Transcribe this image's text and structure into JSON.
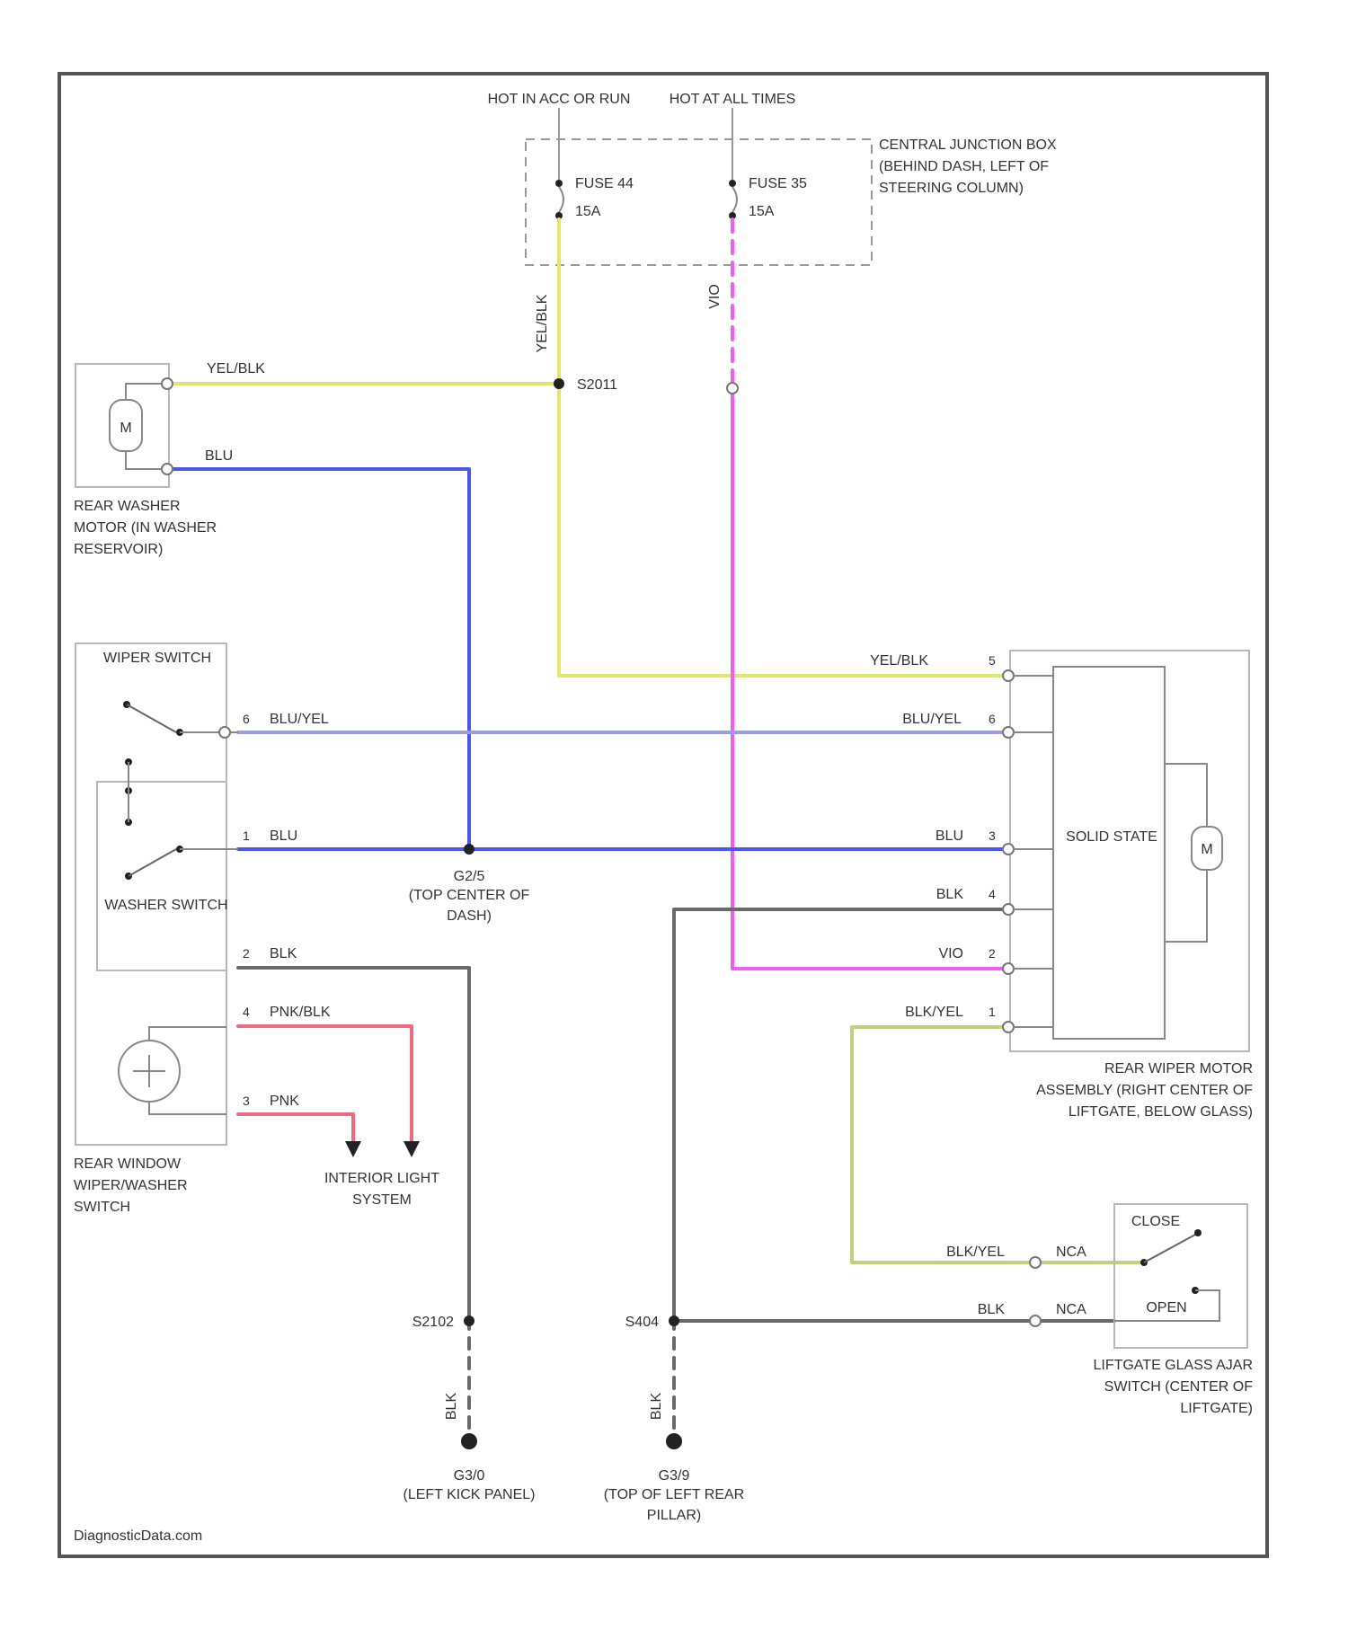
{
  "title": "",
  "colors": {
    "yel_blk": "#e3e66e",
    "blu": "#4a56ee",
    "blu_yel": "#9a9ee6",
    "vio": "#f25ef2",
    "blk": "#6a6a6a",
    "pnk": "#ee6a80",
    "blk_yel": "#c2d27c"
  },
  "power": {
    "hot_acc_run": "HOT IN ACC OR RUN",
    "hot_all_times": "HOT AT ALL TIMES",
    "fuse_left_name": "FUSE 44",
    "fuse_left_amp": "15A",
    "fuse_right_name": "FUSE 35",
    "fuse_right_amp": "15A",
    "cjb_label": "CENTRAL JUNCTION BOX (BEHIND DASH, LEFT OF STEERING COLUMN)"
  },
  "wires": {
    "yel_blk": "YEL/BLK",
    "blu": "BLU",
    "blu_yel": "BLU/YEL",
    "blk": "BLK",
    "vio": "VIO",
    "pnk_blk": "PNK/BLK",
    "pnk": "PNK",
    "blk_yel": "BLK/YEL"
  },
  "splices": {
    "s201": "S2011",
    "g2": "G2/5",
    "s2102": "S2102",
    "s404": "S404",
    "g1": "G3/0",
    "g2b": "G3/9"
  },
  "components": {
    "washer_motor": "REAR WASHER MOTOR (IN WASHER RESERVOIR)",
    "motor_symbol": "M",
    "wiper_switch": "WIPER SWITCH",
    "washer_switch": "WASHER SWITCH",
    "rear_switch": "REAR WINDOW WIPER/WASHER SWITCH",
    "interior_light": "INTERIOR LIGHT SYSTEM",
    "splice_dash": "(TOP CENTER OF DASH)",
    "solid_state": "SOLID STATE",
    "wiper_motor": "REAR WIPER MOTOR ASSEMBLY (RIGHT CENTER OF LIFTGATE, BELOW GLASS)",
    "close": "CLOSE",
    "open": "OPEN",
    "ajar_switch": "LIFTGATE GLASS AJAR SWITCH (CENTER OF LIFTGATE)",
    "ground_left": "(LEFT KICK PANEL)",
    "ground_right": "(TOP OF LEFT REAR PILLAR)",
    "nca": "NCA"
  },
  "pins": {
    "sw_6": "6",
    "sw_1": "1",
    "sw_2": "2",
    "sw_4": "4",
    "sw_3": "3",
    "m_5": "5",
    "m_6": "6",
    "m_3": "3",
    "m_4": "4",
    "m_2": "2",
    "m_1": "1"
  },
  "footer": "DiagnosticData.com"
}
